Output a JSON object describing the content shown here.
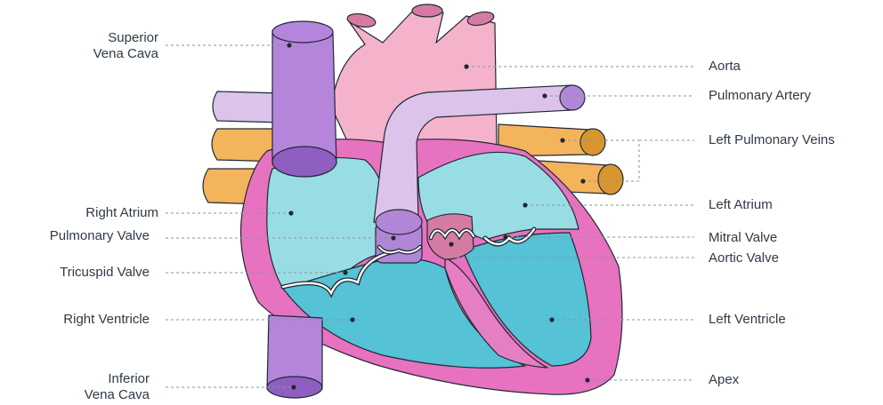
{
  "colors": {
    "vena_cava": "#b585dc",
    "vena_cava_end": "#8e5fc0",
    "aorta": "#f4b3cb",
    "aorta_opening": "#d57aa3",
    "pulmonary_artery": "#dcc3ea",
    "pulmonary_artery_end": "#b286d6",
    "veins": "#f4b45c",
    "veins_end": "#d89530",
    "heart_wall": "#e772bf",
    "atria": "#99dde4",
    "ventricles": "#55c2d6",
    "septum": "#e57ec2",
    "outline": "#1f2933",
    "leader": "#8a939c",
    "dot": "#1f2933"
  },
  "labels": {
    "superior_vena_cava": {
      "line1": "Superior",
      "line2": "Vena Cava"
    },
    "aorta": "Aorta",
    "pulmonary_artery": "Pulmonary Artery",
    "left_pulmonary_veins": "Left Pulmonary Veins",
    "right_atrium": "Right Atrium",
    "left_atrium": "Left Atrium",
    "pulmonary_valve": "Pulmonary Valve",
    "mitral_valve": "Mitral Valve",
    "aortic_valve": "Aortic Valve",
    "tricuspid_valve": "Tricuspid Valve",
    "right_ventricle": "Right Ventricle",
    "left_ventricle": "Left Ventricle",
    "inferior_vena_cava": {
      "line1": "Inferior",
      "line2": "Vena Cava"
    },
    "apex": "Apex"
  }
}
